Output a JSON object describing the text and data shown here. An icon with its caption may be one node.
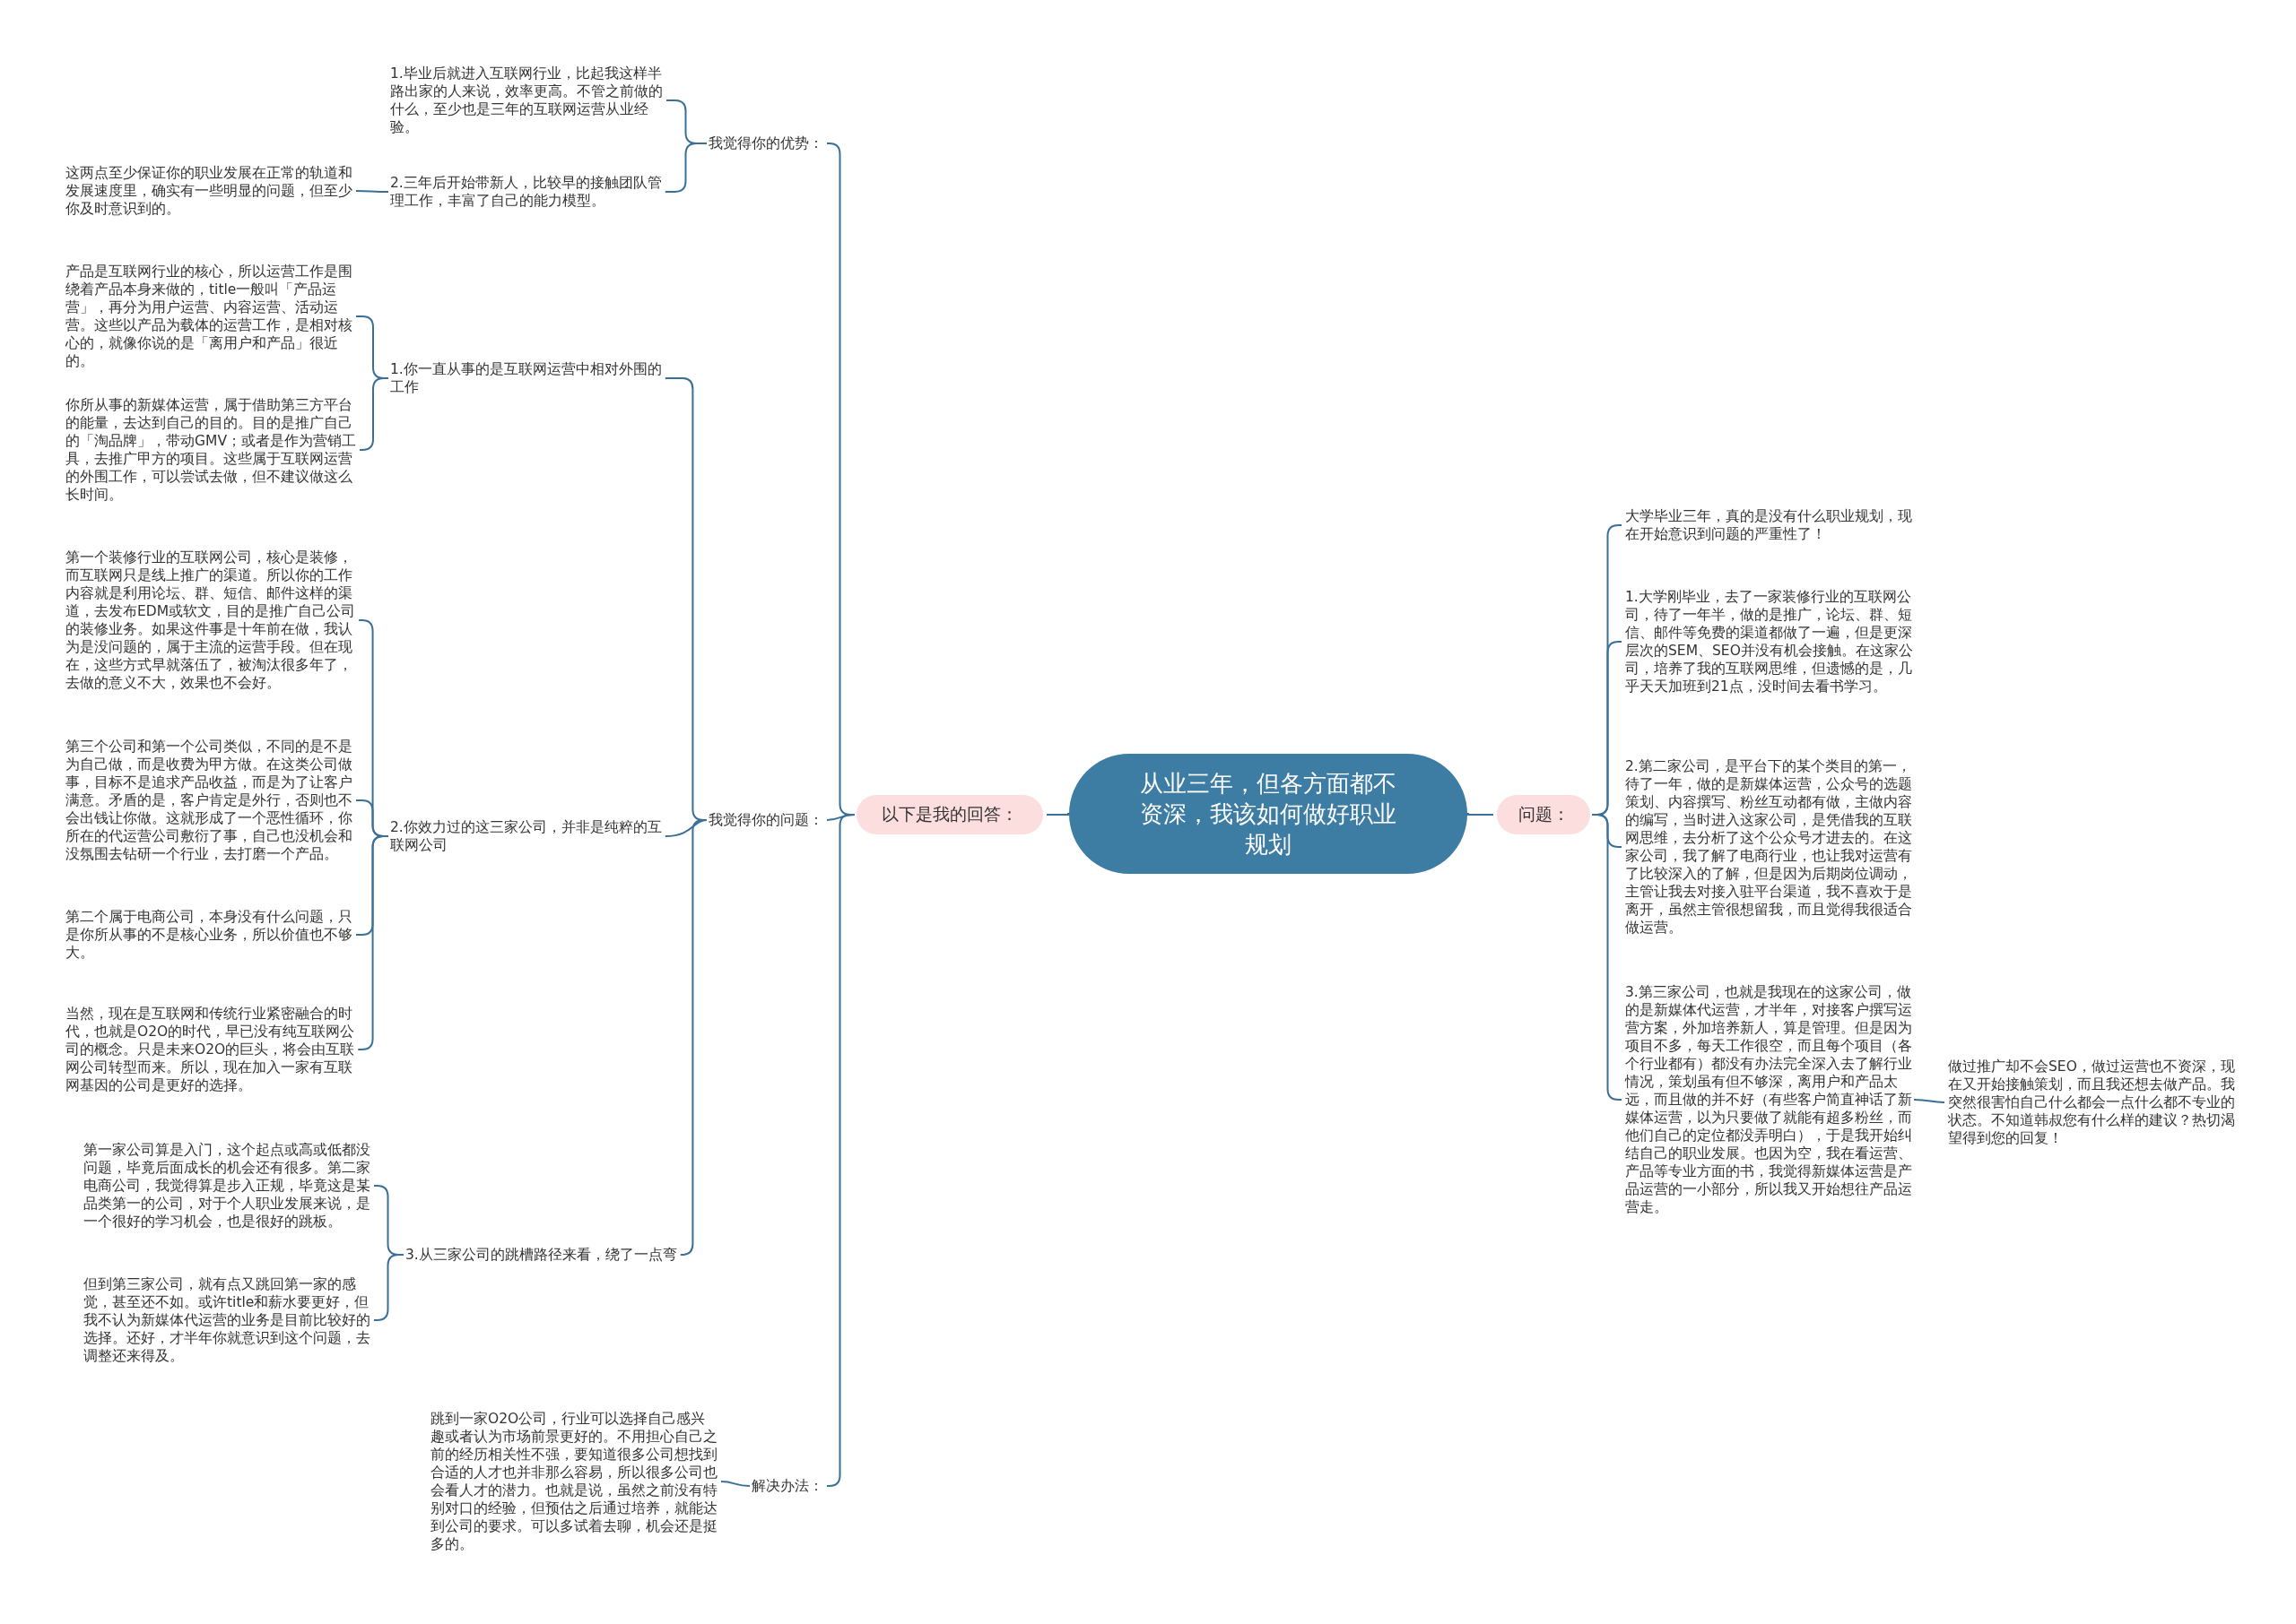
{
  "diagram": {
    "nodes": [
      {
        "text": [
          "从业三年，但各方面都不资深，我该如何做好职业规划"
        ]
      },
      {
        "text": [
          "以下是我的回答："
        ]
      },
      {
        "text": [
          "问题："
        ]
      },
      {
        "text": [
          "我觉得你的优势："
        ]
      },
      {
        "text": [
          "1.毕业后就进入互联网行业，比起我这样半路出家的人来说，效率更高。不管之前做的什么，至少也是三年的互联网运营从业经验。"
        ]
      },
      {
        "text": [
          "2.三年后开始带新人，比较早的接触团队管理工作，丰富了自己的能力模型。"
        ]
      },
      {
        "text": [
          "这两点至少保证你的职业发展在正常的轨道和发展速度里，确实有一些明显的问题，但至少你及时意识到的。"
        ]
      },
      {
        "text": [
          "我觉得你的问题："
        ]
      },
      {
        "text": [
          "1.你一直从事的是互联网运营中相对外围的工作"
        ]
      },
      {
        "text": [
          "产品是互联网行业的核心，所以运营工作是围绕着产品本身来做的，title一般叫「产品运营」，再分为用户运营、内容运营、活动运营。这些以产品为载体的运营工作，是相对核心的，就像你说的是「离用户和产品」很近的。"
        ]
      },
      {
        "text": [
          "你所从事的新媒体运营，属于借助第三方平台的能量，去达到自己的目的。目的是推广自己的「淘品牌」，带动GMV；或者是作为营销工具，去推广甲方的项目。这些属于互联网运营的外围工作，可以尝试去做，但不建议做这么长时间。"
        ]
      },
      {
        "text": [
          "2.你效力过的这三家公司，并非是纯粹的互联网公司"
        ]
      },
      {
        "text": [
          "第一个装修行业的互联网公司，核心是装修，而互联网只是线上推广的渠道。所以你的工作内容就是利用论坛、群、短信、邮件这样的渠道，去发布EDM或软文，目的是推广自己公司的装修业务。如果这件事是十年前在做，我认为是没问题的，属于主流的运营手段。但在现在，这些方式早就落伍了，被淘汰很多年了，去做的意义不大，效果也不会好。"
        ]
      },
      {
        "text": [
          "第三个公司和第一个公司类似，不同的是不是为自己做，而是收费为甲方做。在这类公司做事，目标不是追求产品收益，而是为了让客户满意。矛盾的是，客户肯定是外行，否则也不会出钱让你做。这就形成了一个恶性循环，你所在的代运营公司敷衍了事，自己也没机会和没氛围去钻研一个行业，去打磨一个产品。"
        ]
      },
      {
        "text": [
          "第二个属于电商公司，本身没有什么问题，只是你所从事的不是核心业务，所以价值也不够大。"
        ]
      },
      {
        "text": [
          "当然，现在是互联网和传统行业紧密融合的时代，也就是O2O的时代，早已没有纯互联网公司的概念。只是未来O2O的巨头，将会由互联网公司转型而来。所以，现在加入一家有互联网基因的公司是更好的选择。"
        ]
      },
      {
        "text": [
          "3.从三家公司的跳槽路径来看，绕了一点弯"
        ]
      },
      {
        "text": [
          "第一家公司算是入门，这个起点或高或低都没问题，毕竟后面成长的机会还有很多。第二家电商公司，我觉得算是步入正规，毕竟这是某品类第一的公司，对于个人职业发展来说，是一个很好的学习机会，也是很好的跳板。"
        ]
      },
      {
        "text": [
          "但到第三家公司，就有点又跳回第一家的感觉，甚至还不如。或许title和薪水要更好，但我不认为新媒体代运营的业务是目前比较好的选择。还好，才半年你就意识到这个问题，去调整还来得及。"
        ]
      },
      {
        "text": [
          "解决办法："
        ]
      },
      {
        "text": [
          "跳到一家O2O公司，行业可以选择自己感兴趣或者认为市场前景更好的。不用担心自己之前的经历相关性不强，要知道很多公司想找到合适的人才也并非那么容易，所以很多公司也会看人才的潜力。也就是说，虽然之前没有特别对口的经验，但预估之后通过培养，就能达到公司的要求。可以多试着去聊，机会还是挺多的。"
        ]
      },
      {
        "text": [
          "大学毕业三年，真的是没有什么职业规划，现在开始意识到问题的严重性了！"
        ]
      },
      {
        "text": [
          "1.大学刚毕业，去了一家装修行业的互联网公司，待了一年半，做的是推广，论坛、群、短信、邮件等免费的渠道都做了一遍，但是更深层次的SEM、SEO并没有机会接触。在这家公司，培养了我的互联网思维，但遗憾的是，几乎天天加班到21点，没时间去看书学习。"
        ]
      },
      {
        "text": [
          "2.第二家公司，是平台下的某个类目的第一，待了一年，做的是新媒体运营，公众号的选题策划、内容撰写、粉丝互动都有做，主做内容的编写，当时进入这家公司，是凭借我的互联网思维，去分析了这个公众号才进去的。在这家公司，我了解了电商行业，也让我对运营有了比较深入的了解，但是因为后期岗位调动，主管让我去对接入驻平台渠道，我不喜欢于是离开，虽然主管很想留我，而且觉得我很适合做运营。"
        ]
      },
      {
        "text": [
          "3.第三家公司，也就是我现在的这家公司，做的是新媒体代运营，才半年，对接客户撰写运营方案，外加培养新人，算是管理。但是因为项目不多，每天工作很空，而且每个项目（各个行业都有）都没有办法完全深入去了解行业情况，策划虽有但不够深，离用户和产品太远，而且做的并不好（有些客户简直神话了新媒体运营，以为只要做了就能有超多粉丝，而他们自己的定位都没弄明白），于是我开始纠结自己的职业发展。也因为空，我在看运营、产品等专业方面的书，我觉得新媒体运营是产品运营的一小部分，所以我又开始想往产品运营走。"
        ]
      },
      {
        "text": [
          "做过推广却不会SEO，做过运营也不资深，现在又开始接触策划，而且我还想去做产品。我突然很害怕自己什么都会一点什么都不专业的状态。不知道韩叔您有什么样的建议？热切渴望得到您的回复！"
        ]
      }
    ],
    "edges": [
      {
        "from": 0,
        "to": 1,
        "arrow": "none"
      },
      {
        "from": 0,
        "to": 2,
        "arrow": "none"
      },
      {
        "from": 1,
        "to": 3,
        "arrow": "none"
      },
      {
        "from": 1,
        "to": 7,
        "arrow": "none"
      },
      {
        "from": 1,
        "to": 19,
        "arrow": "none"
      },
      {
        "from": 3,
        "to": 4,
        "arrow": "none"
      },
      {
        "from": 3,
        "to": 5,
        "arrow": "none"
      },
      {
        "from": 5,
        "to": 6,
        "arrow": "none"
      },
      {
        "from": 7,
        "to": 8,
        "arrow": "none"
      },
      {
        "from": 7,
        "to": 11,
        "arrow": "none"
      },
      {
        "from": 7,
        "to": 16,
        "arrow": "none"
      },
      {
        "from": 8,
        "to": 9,
        "arrow": "none"
      },
      {
        "from": 8,
        "to": 10,
        "arrow": "none"
      },
      {
        "from": 11,
        "to": 12,
        "arrow": "none"
      },
      {
        "from": 11,
        "to": 13,
        "arrow": "none"
      },
      {
        "from": 11,
        "to": 14,
        "arrow": "none"
      },
      {
        "from": 11,
        "to": 15,
        "arrow": "none"
      },
      {
        "from": 16,
        "to": 17,
        "arrow": "none"
      },
      {
        "from": 16,
        "to": 18,
        "arrow": "none"
      },
      {
        "from": 19,
        "to": 20,
        "arrow": "none"
      },
      {
        "from": 2,
        "to": 21,
        "arrow": "none"
      },
      {
        "from": 2,
        "to": 22,
        "arrow": "none"
      },
      {
        "from": 2,
        "to": 23,
        "arrow": "none"
      },
      {
        "from": 2,
        "to": 24,
        "arrow": "none"
      },
      {
        "from": 24,
        "to": 25,
        "arrow": "none"
      }
    ]
  }
}
